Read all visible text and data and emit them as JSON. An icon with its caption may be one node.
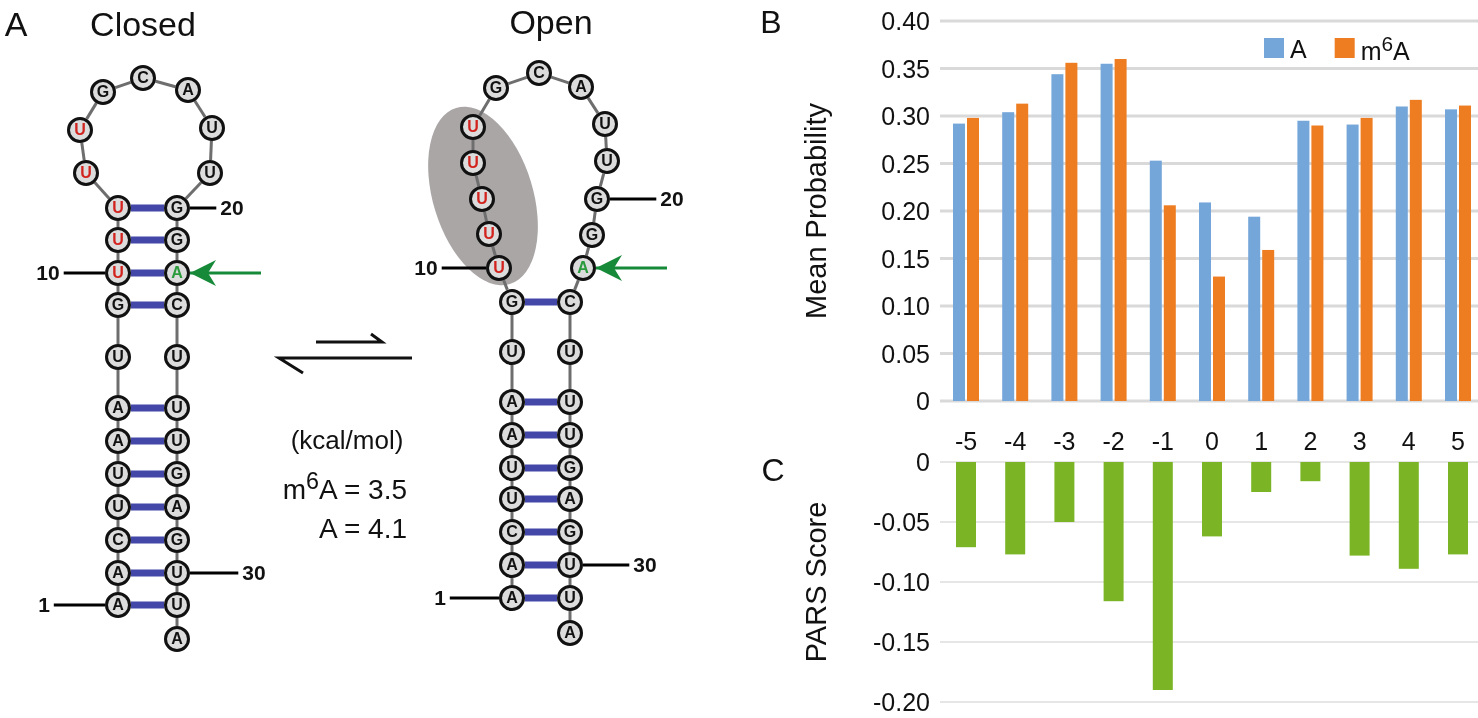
{
  "diagram": {
    "nodes": [
      {
        "text": [
          "A"
        ]
      },
      {
        "text": [
          "A"
        ]
      },
      {
        "text": [
          "C"
        ]
      },
      {
        "text": [
          "U"
        ]
      },
      {
        "text": [
          "U"
        ]
      },
      {
        "text": [
          "A"
        ]
      },
      {
        "text": [
          "A"
        ]
      },
      {
        "text": [
          "U"
        ]
      },
      {
        "text": [
          "G"
        ]
      },
      {
        "text": [
          "U"
        ]
      },
      {
        "text": [
          "U"
        ]
      },
      {
        "text": [
          "U"
        ]
      },
      {
        "text": [
          "U"
        ]
      },
      {
        "text": [
          "U"
        ]
      },
      {
        "text": [
          "G"
        ]
      },
      {
        "text": [
          "C"
        ]
      },
      {
        "text": [
          "A"
        ]
      },
      {
        "text": [
          "U"
        ]
      },
      {
        "text": [
          "U"
        ]
      },
      {
        "text": [
          "G"
        ]
      },
      {
        "text": [
          "G"
        ]
      },
      {
        "text": [
          "A"
        ]
      },
      {
        "text": [
          "C"
        ]
      },
      {
        "text": [
          "U"
        ]
      },
      {
        "text": [
          "U"
        ]
      },
      {
        "text": [
          "U"
        ]
      },
      {
        "text": [
          "G"
        ]
      },
      {
        "text": [
          "A"
        ]
      },
      {
        "text": [
          "G"
        ]
      },
      {
        "text": [
          "U"
        ]
      },
      {
        "text": [
          "U"
        ]
      },
      {
        "text": [
          "A"
        ]
      },
      {
        "text": [
          "1"
        ]
      },
      {
        "text": [
          "10"
        ]
      },
      {
        "text": [
          "20"
        ]
      },
      {
        "text": [
          "30"
        ]
      },
      {
        "text": [
          "A"
        ]
      },
      {
        "text": [
          "A"
        ]
      },
      {
        "text": [
          "C"
        ]
      },
      {
        "text": [
          "U"
        ]
      },
      {
        "text": [
          "U"
        ]
      },
      {
        "text": [
          "A"
        ]
      },
      {
        "text": [
          "A"
        ]
      },
      {
        "text": [
          "U"
        ]
      },
      {
        "text": [
          "G"
        ]
      },
      {
        "text": [
          "U"
        ]
      },
      {
        "text": [
          "U"
        ]
      },
      {
        "text": [
          "U"
        ]
      },
      {
        "text": [
          "U"
        ]
      },
      {
        "text": [
          "U"
        ]
      },
      {
        "text": [
          "G"
        ]
      },
      {
        "text": [
          "C"
        ]
      },
      {
        "text": [
          "A"
        ]
      },
      {
        "text": [
          "U"
        ]
      },
      {
        "text": [
          "U"
        ]
      },
      {
        "text": [
          "G"
        ]
      },
      {
        "text": [
          "G"
        ]
      },
      {
        "text": [
          "A"
        ]
      },
      {
        "text": [
          "C"
        ]
      },
      {
        "text": [
          "U"
        ]
      },
      {
        "text": [
          "U"
        ]
      },
      {
        "text": [
          "U"
        ]
      },
      {
        "text": [
          "G"
        ]
      },
      {
        "text": [
          "A"
        ]
      },
      {
        "text": [
          "G"
        ]
      },
      {
        "text": [
          "U"
        ]
      },
      {
        "text": [
          "U"
        ]
      },
      {
        "text": [
          "A"
        ]
      },
      {
        "text": [
          "1"
        ]
      },
      {
        "text": [
          "10"
        ]
      },
      {
        "text": [
          "20"
        ]
      },
      {
        "text": [
          "30"
        ]
      }
    ],
    "edges": [
      {
        "from": 0,
        "to": 1,
        "arrow": "none"
      },
      {
        "from": 1,
        "to": 2,
        "arrow": "none"
      },
      {
        "from": 2,
        "to": 3,
        "arrow": "none"
      },
      {
        "from": 3,
        "to": 4,
        "arrow": "none"
      },
      {
        "from": 4,
        "to": 5,
        "arrow": "none"
      },
      {
        "from": 5,
        "to": 6,
        "arrow": "none"
      },
      {
        "from": 6,
        "to": 7,
        "arrow": "none"
      },
      {
        "from": 7,
        "to": 8,
        "arrow": "none"
      },
      {
        "from": 8,
        "to": 9,
        "arrow": "none"
      },
      {
        "from": 9,
        "to": 10,
        "arrow": "none"
      },
      {
        "from": 10,
        "to": 11,
        "arrow": "none"
      },
      {
        "from": 11,
        "to": 12,
        "arrow": "none"
      },
      {
        "from": 12,
        "to": 13,
        "arrow": "none"
      },
      {
        "from": 13,
        "to": 14,
        "arrow": "none"
      },
      {
        "from": 14,
        "to": 15,
        "arrow": "none"
      },
      {
        "from": 15,
        "to": 16,
        "arrow": "none"
      },
      {
        "from": 16,
        "to": 17,
        "arrow": "none"
      },
      {
        "from": 17,
        "to": 18,
        "arrow": "none"
      },
      {
        "from": 18,
        "to": 19,
        "arrow": "none"
      },
      {
        "from": 19,
        "to": 20,
        "arrow": "none"
      },
      {
        "from": 20,
        "to": 21,
        "arrow": "none"
      },
      {
        "from": 21,
        "to": 22,
        "arrow": "none"
      },
      {
        "from": 22,
        "to": 23,
        "arrow": "none"
      },
      {
        "from": 23,
        "to": 24,
        "arrow": "none"
      },
      {
        "from": 24,
        "to": 25,
        "arrow": "none"
      },
      {
        "from": 25,
        "to": 26,
        "arrow": "none"
      },
      {
        "from": 26,
        "to": 27,
        "arrow": "none"
      },
      {
        "from": 27,
        "to": 28,
        "arrow": "none"
      },
      {
        "from": 28,
        "to": 29,
        "arrow": "none"
      },
      {
        "from": 29,
        "to": 30,
        "arrow": "none"
      },
      {
        "from": 30,
        "to": 31,
        "arrow": "none"
      },
      {
        "from": 11,
        "to": 19,
        "arrow": "none",
        "style": "thick",
        "color": "#4347a8"
      },
      {
        "from": 10,
        "to": 20,
        "arrow": "none",
        "style": "thick",
        "color": "#4347a8"
      },
      {
        "from": 9,
        "to": 21,
        "arrow": "none",
        "style": "thick",
        "color": "#4347a8"
      },
      {
        "from": 8,
        "to": 22,
        "arrow": "none",
        "style": "thick",
        "color": "#4347a8"
      },
      {
        "from": 6,
        "to": 24,
        "arrow": "none",
        "style": "thick",
        "color": "#4347a8"
      },
      {
        "from": 5,
        "to": 25,
        "arrow": "none",
        "style": "thick",
        "color": "#4347a8"
      },
      {
        "from": 4,
        "to": 26,
        "arrow": "none",
        "style": "thick",
        "color": "#4347a8"
      },
      {
        "from": 3,
        "to": 27,
        "arrow": "none",
        "style": "thick",
        "color": "#4347a8"
      },
      {
        "from": 2,
        "to": 28,
        "arrow": "none",
        "style": "thick",
        "color": "#4347a8"
      },
      {
        "from": 1,
        "to": 29,
        "arrow": "none",
        "style": "thick",
        "color": "#4347a8"
      },
      {
        "from": 0,
        "to": 30,
        "arrow": "none",
        "style": "thick",
        "color": "#4347a8"
      },
      {
        "from": 32,
        "to": 0,
        "arrow": "none",
        "color": "#000000"
      },
      {
        "from": 33,
        "to": 9,
        "arrow": "none",
        "color": "#000000"
      },
      {
        "from": 34,
        "to": 19,
        "arrow": "none",
        "color": "#000000"
      },
      {
        "from": 35,
        "to": 29,
        "arrow": "none",
        "color": "#000000"
      },
      {
        "from": null,
        "to": 21,
        "arrow": "to",
        "color": "#178a3a"
      },
      {
        "from": 36,
        "to": 37,
        "arrow": "none"
      },
      {
        "from": 37,
        "to": 38,
        "arrow": "none"
      },
      {
        "from": 38,
        "to": 39,
        "arrow": "none"
      },
      {
        "from": 39,
        "to": 40,
        "arrow": "none"
      },
      {
        "from": 40,
        "to": 41,
        "arrow": "none"
      },
      {
        "from": 41,
        "to": 42,
        "arrow": "none"
      },
      {
        "from": 42,
        "to": 43,
        "arrow": "none"
      },
      {
        "from": 43,
        "to": 44,
        "arrow": "none"
      },
      {
        "from": 44,
        "to": 45,
        "arrow": "none"
      },
      {
        "from": 45,
        "to": 46,
        "arrow": "none"
      },
      {
        "from": 46,
        "to": 47,
        "arrow": "none"
      },
      {
        "from": 47,
        "to": 48,
        "arrow": "none"
      },
      {
        "from": 48,
        "to": 49,
        "arrow": "none"
      },
      {
        "from": 49,
        "to": 50,
        "arrow": "none"
      },
      {
        "from": 50,
        "to": 51,
        "arrow": "none"
      },
      {
        "from": 51,
        "to": 52,
        "arrow": "none"
      },
      {
        "from": 52,
        "to": 53,
        "arrow": "none"
      },
      {
        "from": 53,
        "to": 54,
        "arrow": "none"
      },
      {
        "from": 54,
        "to": 55,
        "arrow": "none"
      },
      {
        "from": 55,
        "to": 56,
        "arrow": "none"
      },
      {
        "from": 56,
        "to": 57,
        "arrow": "none"
      },
      {
        "from": 57,
        "to": 58,
        "arrow": "none"
      },
      {
        "from": 58,
        "to": 59,
        "arrow": "none"
      },
      {
        "from": 59,
        "to": 60,
        "arrow": "none"
      },
      {
        "from": 60,
        "to": 61,
        "arrow": "none"
      },
      {
        "from": 61,
        "to": 62,
        "arrow": "none"
      },
      {
        "from": 62,
        "to": 63,
        "arrow": "none"
      },
      {
        "from": 63,
        "to": 64,
        "arrow": "none"
      },
      {
        "from": 64,
        "to": 65,
        "arrow": "none"
      },
      {
        "from": 65,
        "to": 66,
        "arrow": "none"
      },
      {
        "from": 66,
        "to": 67,
        "arrow": "none"
      },
      {
        "from": 44,
        "to": 58,
        "arrow": "none",
        "style": "thick",
        "color": "#4347a8"
      },
      {
        "from": 42,
        "to": 60,
        "arrow": "none",
        "style": "thick",
        "color": "#4347a8"
      },
      {
        "from": 41,
        "to": 61,
        "arrow": "none",
        "style": "thick",
        "color": "#4347a8"
      },
      {
        "from": 40,
        "to": 62,
        "arrow": "none",
        "style": "thick",
        "color": "#4347a8"
      },
      {
        "from": 39,
        "to": 63,
        "arrow": "none",
        "style": "thick",
        "color": "#4347a8"
      },
      {
        "from": 38,
        "to": 64,
        "arrow": "none",
        "style": "thick",
        "color": "#4347a8"
      },
      {
        "from": 37,
        "to": 65,
        "arrow": "none",
        "style": "thick",
        "color": "#4347a8"
      },
      {
        "from": 36,
        "to": 66,
        "arrow": "none",
        "style": "thick",
        "color": "#4347a8"
      },
      {
        "from": 68,
        "to": 36,
        "arrow": "none",
        "color": "#000000"
      },
      {
        "from": 69,
        "to": 45,
        "arrow": "none",
        "color": "#000000"
      },
      {
        "from": 70,
        "to": 55,
        "arrow": "none",
        "color": "#000000"
      },
      {
        "from": 71,
        "to": 65,
        "arrow": "none",
        "color": "#000000"
      },
      {
        "from": null,
        "to": 57,
        "arrow": "to",
        "color": "#178a3a"
      }
    ],
    "labels": [
      "A",
      "Closed",
      "Open",
      "(kcal/mol)",
      "m$^{6}$A = 3.5",
      "A = 4.1",
      "B",
      "C"
    ],
    "chart_data": [
      {
        "type": "bar",
        "ylabel": "Mean Probability",
        "categories": [
          "-5",
          "-4",
          "-3",
          "-2",
          "-1",
          "0",
          "1",
          "2",
          "3",
          "4",
          "5"
        ],
        "series": [
          {
            "name": "A",
            "color": "#74a6d9",
            "values": [
              0.292,
              0.304,
              0.344,
              0.355,
              0.253,
              0.209,
              0.194,
              0.295,
              0.291,
              0.31,
              0.307
            ]
          },
          {
            "name": "m$^{6}$A",
            "color": "#ee7d22",
            "values": [
              0.298,
              0.313,
              0.356,
              0.36,
              0.206,
              0.131,
              0.159,
              0.29,
              0.298,
              0.317,
              0.311
            ]
          }
        ],
        "ylim": [
          0,
          0.4
        ],
        "grid": true,
        "legend": true,
        "yticks": [
          {
            "value": 0,
            "label": "0"
          },
          {
            "value": 0.05,
            "label": "0.05"
          },
          {
            "value": 0.1,
            "label": "0.10"
          },
          {
            "value": 0.15,
            "label": "0.15"
          },
          {
            "value": 0.2,
            "label": "0.20"
          },
          {
            "value": 0.25,
            "label": "0.25"
          },
          {
            "value": 0.3,
            "label": "0.30"
          },
          {
            "value": 0.35,
            "label": "0.35"
          },
          {
            "value": 0.4,
            "label": "0.40"
          }
        ]
      },
      {
        "type": "bar",
        "ylabel": "PARS Score",
        "series": [
          {
            "color": "#7bb526",
            "values": [
              -0.071,
              -0.077,
              -0.05,
              -0.116,
              -0.19,
              -0.062,
              -0.025,
              -0.016,
              -0.078,
              -0.089,
              -0.077
            ]
          }
        ],
        "ylim": [
          -0.2,
          0
        ],
        "grid": true,
        "yticks": [
          {
            "value": 0,
            "label": "0"
          },
          {
            "value": -0.05,
            "label": "-0.05"
          },
          {
            "value": -0.1,
            "label": "-0.10"
          },
          {
            "value": -0.15,
            "label": "-0.15"
          },
          {
            "value": -0.2,
            "label": "-0.20"
          }
        ]
      }
    ]
  }
}
